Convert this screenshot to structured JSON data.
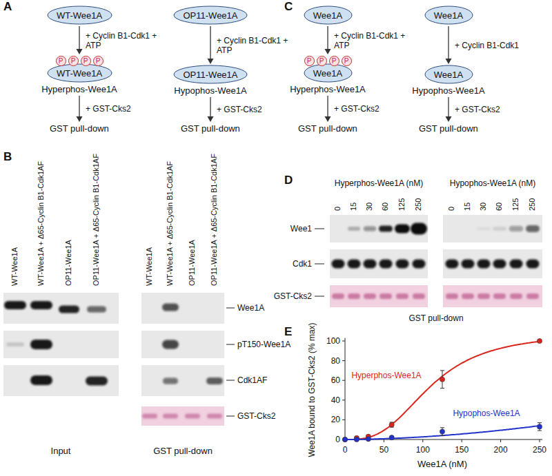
{
  "diagram": {
    "nodes": [
      {
        "text": [
          "WT-Wee1A"
        ]
      },
      {
        "text": [
          "WT-Wee1A",
          "Hyperphos-Wee1A"
        ]
      },
      {
        "text": [
          "GST pull-down"
        ]
      },
      {
        "text": [
          "OP11-Wee1A"
        ]
      },
      {
        "text": [
          "OP11-Wee1A",
          "Hypophos-Wee1A"
        ]
      },
      {
        "text": [
          "GST pull-down"
        ]
      },
      {
        "text": [
          "Wee1A"
        ]
      },
      {
        "text": [
          "Wee1A",
          "Hyperphos-Wee1A"
        ]
      },
      {
        "text": [
          "GST pull-down"
        ]
      },
      {
        "text": [
          "Wee1A"
        ]
      },
      {
        "text": [
          "Wee1A",
          "Hypophos-Wee1A"
        ]
      },
      {
        "text": [
          "GST pull-down"
        ]
      }
    ],
    "edges": [
      {
        "from": 0,
        "to": 1,
        "label": "+ Cyclin B1-Cdk1 + ATP",
        "arrow": "to"
      },
      {
        "from": 1,
        "to": 2,
        "label": "+ GST-Cks2",
        "arrow": "to"
      },
      {
        "from": 3,
        "to": 4,
        "label": "+ Cyclin B1-Cdk1 + ATP",
        "arrow": "to"
      },
      {
        "from": 4,
        "to": 5,
        "label": "+ GST-Cks2",
        "arrow": "to"
      },
      {
        "from": 6,
        "to": 7,
        "label": "+ Cyclin B1-Cdk1 + ATP",
        "arrow": "to"
      },
      {
        "from": 7,
        "to": 8,
        "label": "+ GST-Cks2",
        "arrow": "to"
      },
      {
        "from": 9,
        "to": 10,
        "label": "+ Cyclin B1-Cdk1",
        "arrow": "to"
      },
      {
        "from": 10,
        "to": 11,
        "label": "+ GST-Cks2",
        "arrow": "to"
      }
    ],
    "labels": [
      "A",
      "P",
      "P",
      "P",
      "P",
      "B",
      "WT-Wee1A",
      "WT-Wee1A + Δ65-Cyclin B1-Cdk1AF",
      "OP11-Wee1A",
      "OP11-Wee1A + Δ65-Cyclin B1-Cdk1AF",
      "WT-Wee1A",
      "WT-Wee1A + Δ65-Cyclin B1-Cdk1AF",
      "OP11-Wee1A",
      "OP11-Wee1A + Δ65-Cyclin B1-Cdk1AF",
      "Input",
      "GST pull-down",
      "Wee1A",
      "pT150-Wee1A",
      "Cdk1AF",
      "GST-Cks2",
      "C",
      "P",
      "P",
      "P",
      "P",
      "D",
      "Hyperphos-Wee1A (nM)",
      "Hypophos-Wee1A (nM)",
      "0",
      "15",
      "30",
      "60",
      "125",
      "250",
      "0",
      "15",
      "30",
      "60",
      "125",
      "250",
      "Wee1",
      "Cdk1",
      "GST-Cks2",
      "GST pull-down",
      "E",
      "0",
      "20",
      "40",
      "60",
      "80",
      "100",
      "0",
      "50",
      "100",
      "150",
      "200",
      "250",
      "Wee1A bound to GST-Cks2 (% max)",
      "Wee1A (nM)",
      "Hyperphos-Wee1A",
      "Hypophos-Wee1A"
    ]
  }
}
